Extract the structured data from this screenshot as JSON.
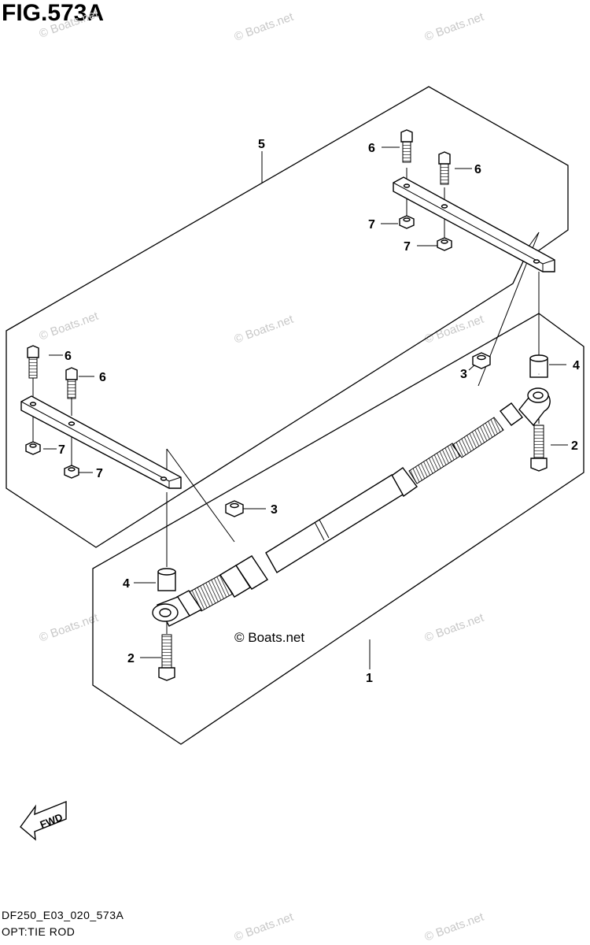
{
  "figure": {
    "title": "FIG.573A",
    "code": "DF250_E03_020_573A",
    "subtitle": "OPT:TIE ROD"
  },
  "watermark": {
    "text": "© Boats.net",
    "main_text": "© Boats.net"
  },
  "direction_arrow": {
    "label": "FWD"
  },
  "callouts": {
    "c1": "1",
    "c2a": "2",
    "c2b": "2",
    "c3a": "3",
    "c3b": "3",
    "c4a": "4",
    "c4b": "4",
    "c5": "5",
    "c6a": "6",
    "c6b": "6",
    "c6c": "6",
    "c6d": "6",
    "c7a": "7",
    "c7b": "7",
    "c7c": "7",
    "c7d": "7"
  }
}
